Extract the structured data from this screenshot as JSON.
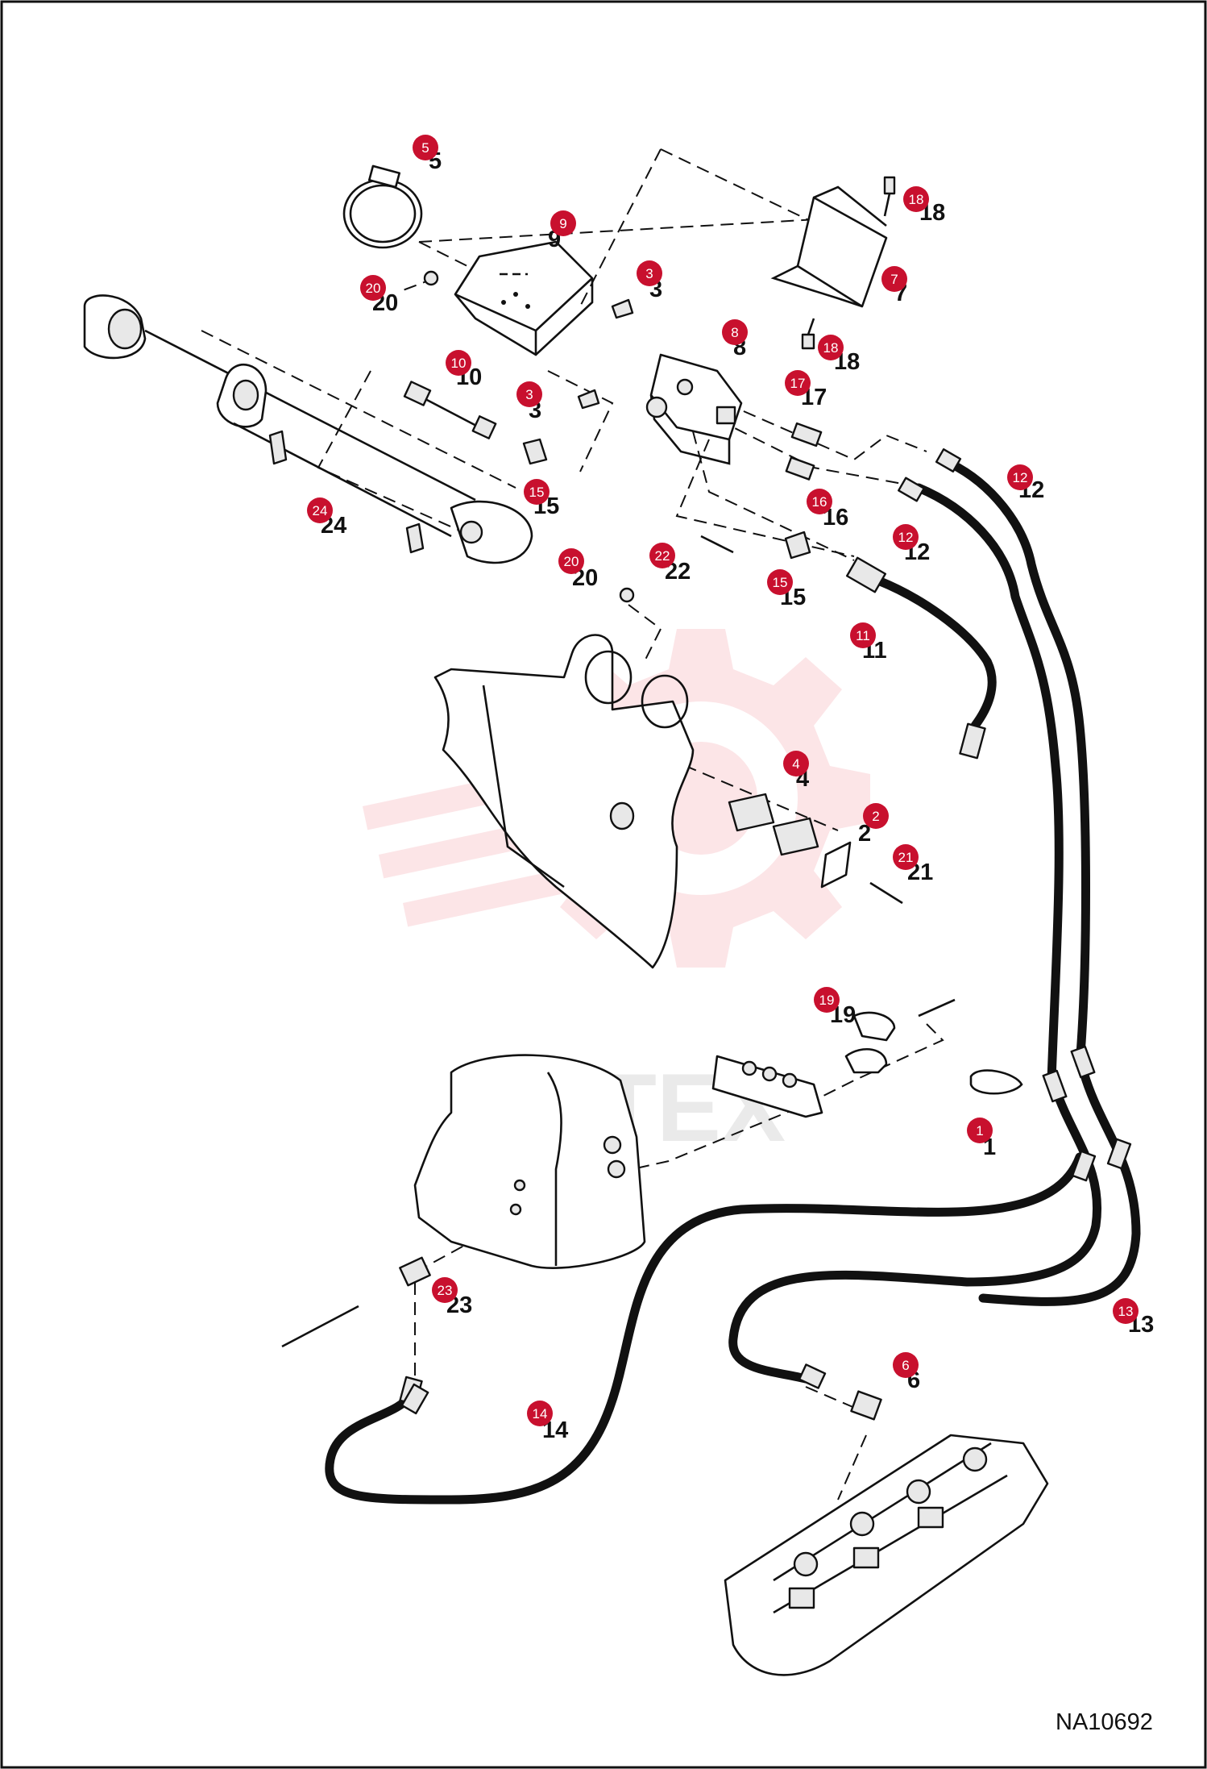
{
  "drawing_number": "NA10692",
  "watermark": {
    "text": "MHTEX",
    "color": "#f2a0a8"
  },
  "badge_color": "#c8102e",
  "callouts": [
    {
      "badge": "5",
      "label": "5"
    },
    {
      "badge": "9",
      "label": "9"
    },
    {
      "badge": "20",
      "label": "20"
    },
    {
      "badge": "3",
      "label": "3"
    },
    {
      "badge": "18",
      "label": "18"
    },
    {
      "badge": "7",
      "label": "7"
    },
    {
      "badge": "8",
      "label": "8"
    },
    {
      "badge": "18",
      "label": "18"
    },
    {
      "badge": "10",
      "label": "10"
    },
    {
      "badge": "3",
      "label": "3"
    },
    {
      "badge": "17",
      "label": "17"
    },
    {
      "badge": "15",
      "label": "15"
    },
    {
      "badge": "12",
      "label": "12"
    },
    {
      "badge": "16",
      "label": "16"
    },
    {
      "badge": "24",
      "label": "24"
    },
    {
      "badge": "12",
      "label": "12"
    },
    {
      "badge": "20",
      "label": "20"
    },
    {
      "badge": "22",
      "label": "22"
    },
    {
      "badge": "15",
      "label": "15"
    },
    {
      "badge": "11",
      "label": "11"
    },
    {
      "badge": "4",
      "label": "4"
    },
    {
      "badge": "2",
      "label": "2"
    },
    {
      "badge": "21",
      "label": "21"
    },
    {
      "badge": "19",
      "label": "19"
    },
    {
      "badge": "1",
      "label": "1"
    },
    {
      "badge": "23",
      "label": "23"
    },
    {
      "badge": "13",
      "label": "13"
    },
    {
      "badge": "6",
      "label": "6"
    },
    {
      "badge": "14",
      "label": "14"
    }
  ]
}
